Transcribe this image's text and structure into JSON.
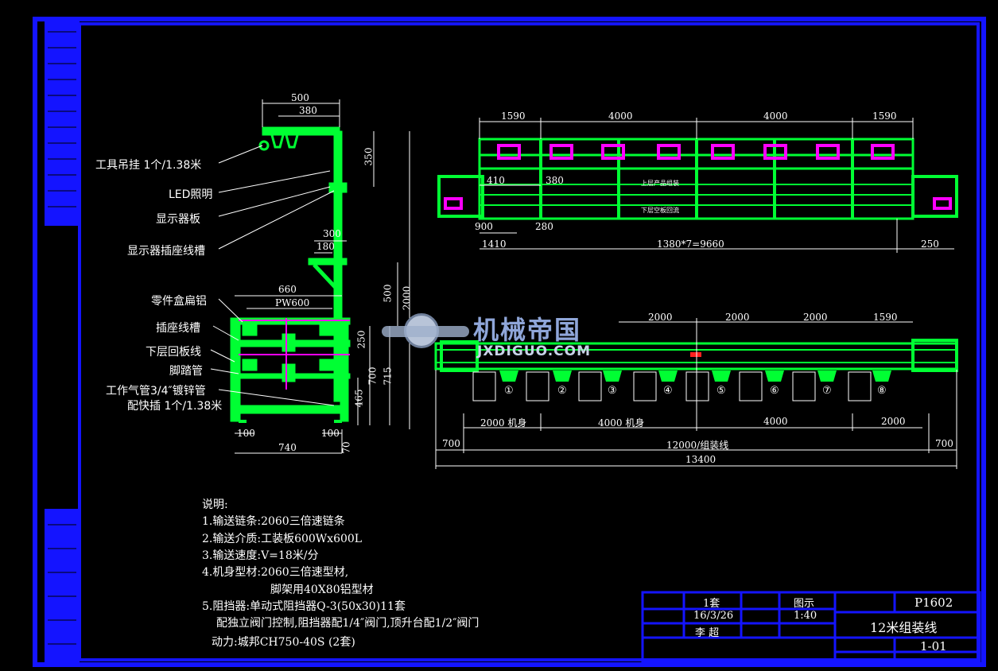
{
  "side_view": {
    "callouts": [
      "工具吊挂  1个/1.38米",
      "LED照明",
      "显示器板",
      "显示器插座线槽",
      "零件盒扁铝",
      "插座线槽",
      "下层回板线",
      "脚踏管",
      "工作气管3/4″镀锌管",
      "配快插  1个/1.38米"
    ],
    "dims": {
      "d500_top": "500",
      "d380": "380",
      "d350": "350",
      "d300": "300",
      "d180": "180",
      "d660": "660",
      "dpw600": "PW600",
      "d500_side": "500",
      "d2000": "2000",
      "d250": "250",
      "d700": "700",
      "d715": "715",
      "d465": "465",
      "d100_left": "100",
      "d100_right": "100",
      "d740": "740",
      "d70": "70"
    }
  },
  "top_view": {
    "dims": {
      "d1590_left": "1590",
      "d4000_a": "4000",
      "d4000_b": "4000",
      "d1590_right": "1590",
      "d410": "410",
      "d380": "380",
      "d900": "900",
      "d280": "280",
      "d1410": "1410",
      "d_mid": "1380*7=9660",
      "d250": "250"
    },
    "labels": {
      "upper": "上层产品组装",
      "lower": "下层空板回流"
    }
  },
  "front_view": {
    "dims": {
      "d2000_a": "2000",
      "d2000_b": "2000",
      "d2000_c": "2000",
      "d1590": "1590",
      "body_2000": "2000 机身",
      "body_4000": "4000 机身",
      "d4000": "4000",
      "d2000_right": "2000",
      "d700_left": "700",
      "assembly": "12000/组装线",
      "d700_right": "700",
      "total": "13400"
    },
    "stations": [
      "①",
      "②",
      "③",
      "④",
      "⑤",
      "⑥",
      "⑦",
      "⑧"
    ]
  },
  "notes": {
    "title": "说明:",
    "lines": [
      "1.输送链条:2060三倍速链条",
      "2.输送介质:工装板600Wx600L",
      "3.输送速度:V=18米/分",
      "4.机身型材:2060三倍速型材,",
      "脚架用40X80铝型材",
      "5.阻挡器:单动式阻挡器Q-3(50x30)11套",
      "配独立阀门控制,阻挡器配1/4″阀门,顶升台配1/2″阀门",
      "动力:城邦CH750-40S   (2套)"
    ]
  },
  "title_block": {
    "qty": "1套",
    "date": "16/3/26",
    "name": "李  超",
    "view": "图示",
    "scale": "1:40",
    "code": "P1602",
    "title": "12米组装线",
    "drawing_no": "1-01"
  },
  "watermark": {
    "cn": "机械帝国",
    "en": "JXDIGUO.COM"
  },
  "colors": {
    "frame": "#1414ff",
    "machine": "#00ff33",
    "accent": "#ff00ff",
    "dim": "#ffffff",
    "bg": "#000000"
  }
}
